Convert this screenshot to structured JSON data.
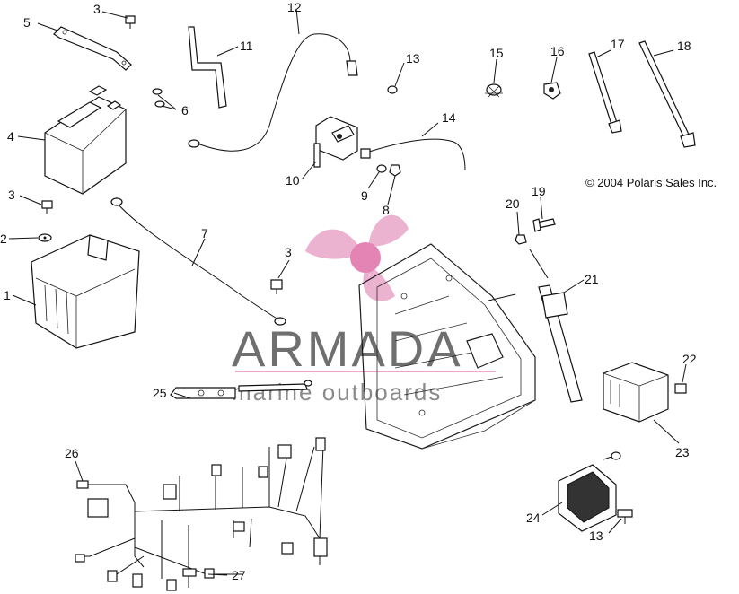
{
  "copyright": "© 2004 Polaris Sales Inc.",
  "watermark": {
    "brand": "ARMADA",
    "tagline": "marine outboards",
    "logo_color": "#e9a6c8",
    "text_color": "#6f6f6f"
  },
  "callouts": {
    "c1": "1",
    "c2": "2",
    "c3a": "3",
    "c3b": "3",
    "c3c": "3",
    "c4": "4",
    "c5": "5",
    "c6": "6",
    "c7": "7",
    "c8": "8",
    "c9": "9",
    "c10": "10",
    "c11": "11",
    "c12": "12",
    "c13a": "13",
    "c13b": "13",
    "c14": "14",
    "c15": "15",
    "c16": "16",
    "c17": "17",
    "c18": "18",
    "c19": "19",
    "c20": "20",
    "c21": "21",
    "c22": "22",
    "c23": "23",
    "c24": "24",
    "c25": "25",
    "c26": "26",
    "c27": "27"
  }
}
